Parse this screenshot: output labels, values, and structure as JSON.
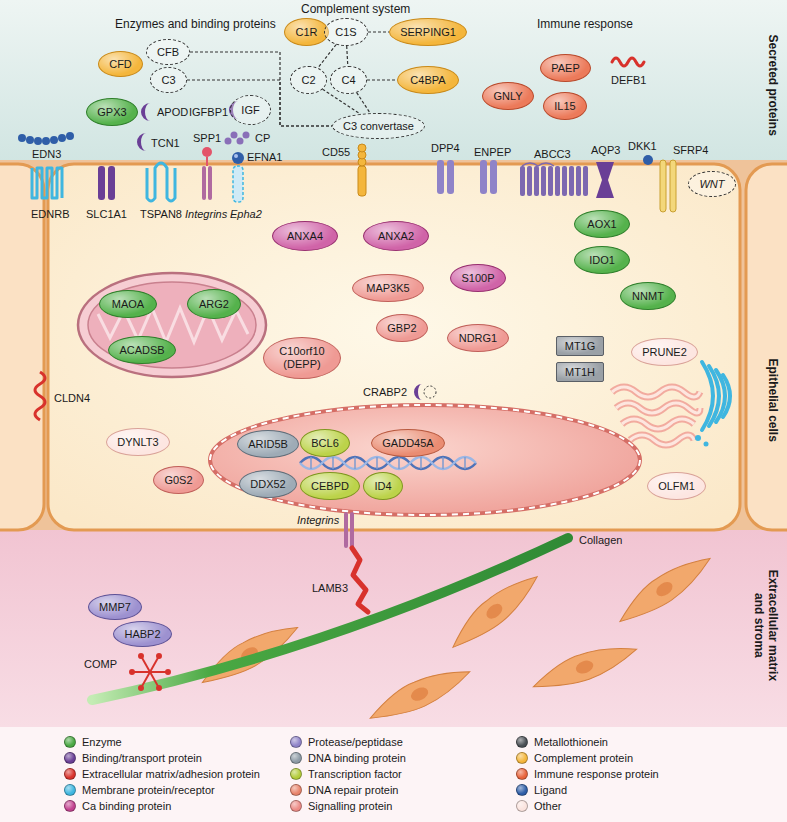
{
  "diagram": {
    "nodes": [
      {
        "text": [
          "C1R"
        ]
      },
      {
        "text": [
          "C1S"
        ]
      },
      {
        "text": [
          "SERPING1"
        ]
      },
      {
        "text": [
          "CFB"
        ]
      },
      {
        "text": [
          "CFD"
        ]
      },
      {
        "text": [
          "C3"
        ]
      },
      {
        "text": [
          "C2"
        ]
      },
      {
        "text": [
          "C4"
        ]
      },
      {
        "text": [
          "C4BPA"
        ]
      },
      {
        "text": [
          "PAEP"
        ]
      },
      {
        "text": [
          "GNLY"
        ]
      },
      {
        "text": [
          "IL15"
        ]
      },
      {
        "text": [
          "GPX3"
        ]
      },
      {
        "text": [
          "IGF"
        ]
      },
      {
        "text": [
          "C3 convertase"
        ]
      },
      {
        "text": [
          "WNT"
        ]
      },
      {
        "text": [
          "ANXA4"
        ]
      },
      {
        "text": [
          "ANXA2"
        ]
      },
      {
        "text": [
          "AOX1"
        ]
      },
      {
        "text": [
          "IDO1"
        ]
      },
      {
        "text": [
          "S100P"
        ]
      },
      {
        "text": [
          "MAP3K5"
        ]
      },
      {
        "text": [
          "NNMT"
        ]
      },
      {
        "text": [
          "MAOA"
        ]
      },
      {
        "text": [
          "ARG2"
        ]
      },
      {
        "text": [
          "GBP2"
        ]
      },
      {
        "text": [
          "NDRG1"
        ]
      },
      {
        "text": [
          "ACADSB"
        ]
      },
      {
        "text": [
          "C10orf10 (DEPP)"
        ]
      },
      {
        "text": [
          "MT1G"
        ]
      },
      {
        "text": [
          "PRUNE2"
        ]
      },
      {
        "text": [
          "MT1H"
        ]
      },
      {
        "text": [
          "DYNLT3"
        ]
      },
      {
        "text": [
          "ARID5B"
        ]
      },
      {
        "text": [
          "BCL6"
        ]
      },
      {
        "text": [
          "GADD45A"
        ]
      },
      {
        "text": [
          "G0S2"
        ]
      },
      {
        "text": [
          "DDX52"
        ]
      },
      {
        "text": [
          "CEBPD"
        ]
      },
      {
        "text": [
          "ID4"
        ]
      },
      {
        "text": [
          "OLFM1"
        ]
      },
      {
        "text": [
          "MMP7"
        ]
      },
      {
        "text": [
          "HABP2"
        ]
      }
    ],
    "edges": [
      {
        "from": 3,
        "to": 14,
        "arrow": "none"
      },
      {
        "from": 5,
        "to": 14,
        "arrow": "none"
      },
      {
        "from": 1,
        "to": 2,
        "arrow": "none"
      },
      {
        "from": 1,
        "to": 6,
        "arrow": "none"
      },
      {
        "from": 1,
        "to": 7,
        "arrow": "none"
      },
      {
        "from": 7,
        "to": 8,
        "arrow": "none"
      },
      {
        "from": 6,
        "to": 14,
        "arrow": "none"
      },
      {
        "from": 7,
        "to": 14,
        "arrow": "none"
      }
    ],
    "labels": [
      "Complement system",
      "Enzymes and binding proteins",
      "Immune response",
      "Secreted proteins",
      "APOD",
      "IGFBP1",
      "TCN1",
      "CP",
      "DEFB1",
      "EDN3",
      "EDNRB",
      "SLC1A1",
      "TSPAN8",
      "SPP1",
      "Integrins",
      "EFNA1",
      "Epha2",
      "CD55",
      "DPP4",
      "ENPEP",
      "ABCC3",
      "AQP3",
      "DKK1",
      "SFRP4",
      "Epithelial cells",
      "CLDN4",
      "CRABP2",
      "Integrins",
      "LAMB3",
      "Collagen",
      "COMP",
      "Extracellular matrix and stroma"
    ],
    "legend": [
      {
        "text": "Enzyme",
        "color": "#4aa843"
      },
      {
        "text": "Protease/peptidase",
        "color": "#8f83c8"
      },
      {
        "text": "Metallothionein",
        "color": "#4a4f55"
      },
      {
        "text": "Binding/transport protein",
        "color": "#6a3f96"
      },
      {
        "text": "DNA binding protein",
        "color": "#8d9aa5"
      },
      {
        "text": "Complement protein",
        "color": "#f4b63c"
      },
      {
        "text": "Extracellular matrix/adhesion protein",
        "color": "#d8322c"
      },
      {
        "text": "Transcription factor",
        "color": "#b3cc3a"
      },
      {
        "text": "Immune response protein",
        "color": "#e8643c"
      },
      {
        "text": "Membrane protein/receptor",
        "color": "#3fb6e0"
      },
      {
        "text": "DNA repair protein",
        "color": "#e8836a"
      },
      {
        "text": "Ligand",
        "color": "#2f5ea8"
      },
      {
        "text": "Ca binding protein",
        "color": "#c2418f"
      },
      {
        "text": "Signalling protein",
        "color": "#ec8b86"
      },
      {
        "text": "Other",
        "color": "#fbe3de"
      }
    ]
  }
}
